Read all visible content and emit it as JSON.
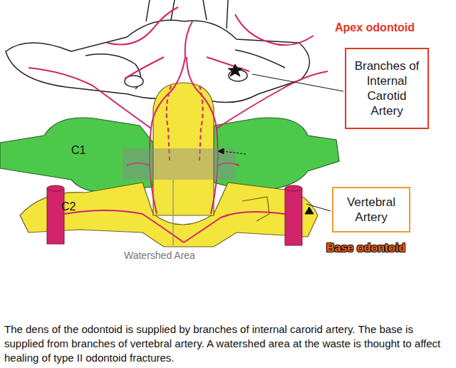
{
  "diagram": {
    "caption": "The dens of the odontoid is supplied by branches of internal carorid artery. The base is supplied from branches of vertebral artery. A watershed area at the waste is thought to affect healing of type II odontoid fractures.",
    "nodes": [
      {
        "text": [
          "Branches of Internal Carotid Artery"
        ]
      },
      {
        "text": [
          "Vertebral Artery"
        ]
      }
    ],
    "labels": [
      "Apex odontoid",
      "C1",
      "C2",
      "Watershed Area",
      "Base odontoid"
    ]
  }
}
